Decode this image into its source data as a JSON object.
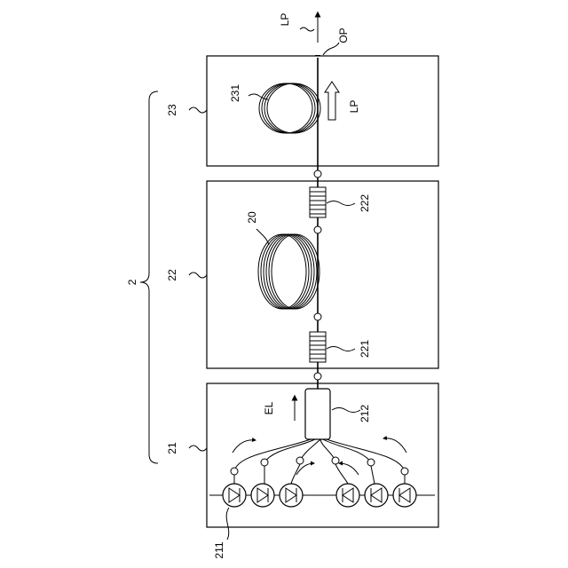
{
  "labels": {
    "system": "2",
    "module_21": "21",
    "module_22": "22",
    "module_23": "23",
    "diodes": "211",
    "combiner": "212",
    "fiber_coil": "20",
    "grating_1": "221",
    "grating_2": "222",
    "output_coil": "231",
    "output_point": "OP",
    "laser_light_top": "LP",
    "laser_light_arrow": "LP",
    "excitation_light": "EL"
  }
}
